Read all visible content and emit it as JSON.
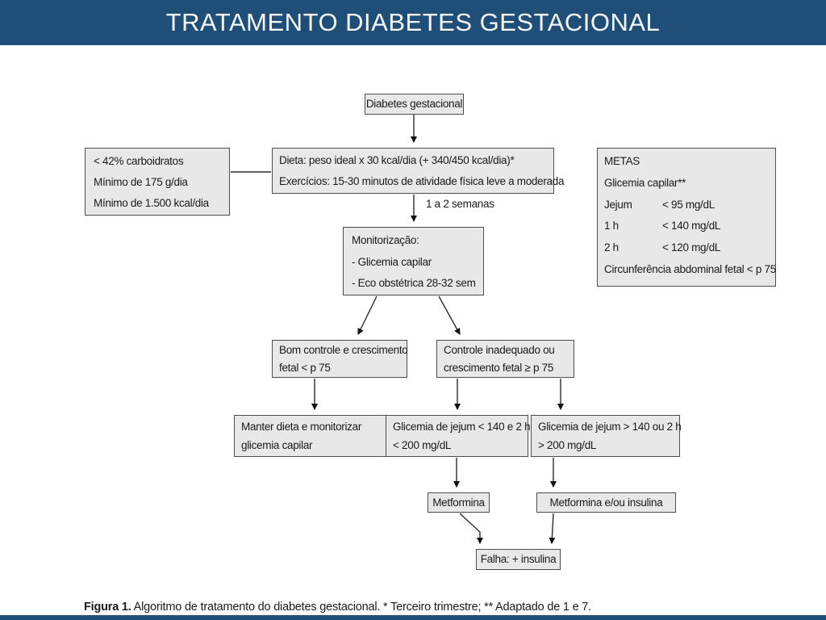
{
  "title_bar": {
    "text": "TRATAMENTO DIABETES GESTACIONAL",
    "bg_color": "#1F4E79",
    "text_color": "#FFFFFF"
  },
  "flowchart": {
    "box_bg_color": "#E8E8E8",
    "box_border_color": "#4D4D4D",
    "edge_label": "1 a 2 semanas",
    "nodes": {
      "root": {
        "text": "Diabetes gestacional"
      },
      "carbs": {
        "lines": [
          "< 42% carboidratos",
          "Mínimo de 175 g/dia",
          "Mínimo de 1.500 kcal/dia"
        ]
      },
      "dieta": {
        "lines": [
          "Dieta: peso ideal x 30 kcal/dia (+ 340/450 kcal/dia)*",
          "Exercícios: 15-30 minutos de atividade física leve a moderada"
        ]
      },
      "metas": {
        "title": "METAS",
        "subtitle": "Glicemia capilar**",
        "rows": [
          {
            "label": "Jejum",
            "value": "< 95 mg/dL"
          },
          {
            "label": "1 h",
            "value": "< 140 mg/dL"
          },
          {
            "label": "2 h",
            "value": "< 120 mg/dL"
          }
        ],
        "footer": "Circunferência abdominal fetal < p 75"
      },
      "monitor": {
        "lines": [
          "Monitorização:",
          "- Glicemia capilar",
          "- Eco obstétrica 28-32 sem"
        ]
      },
      "good": {
        "lines": [
          "Bom controle e crescimento",
          "fetal < p 75"
        ]
      },
      "bad": {
        "lines": [
          "Controle inadequado ou",
          "crescimento fetal ≥ p 75"
        ]
      },
      "keep": {
        "lines": [
          "Manter dieta e monitorizar",
          "glicemia capilar"
        ]
      },
      "gly_low": {
        "lines": [
          "Glicemia de jejum < 140 e 2 h",
          "< 200 mg/dL"
        ]
      },
      "gly_high": {
        "lines": [
          "Glicemia de jejum > 140 ou 2 h",
          "> 200 mg/dL"
        ]
      },
      "metformina": {
        "text": "Metformina"
      },
      "metformina_insulina": {
        "text": "Metformina e/ou insulina"
      },
      "falha": {
        "text": "Falha: + insulina"
      }
    }
  },
  "caption": {
    "prefix": "Figura 1.",
    "text": " Algoritmo de tratamento do diabetes gestacional. * Terceiro trimestre; ** Adaptado de 1 e 7."
  }
}
